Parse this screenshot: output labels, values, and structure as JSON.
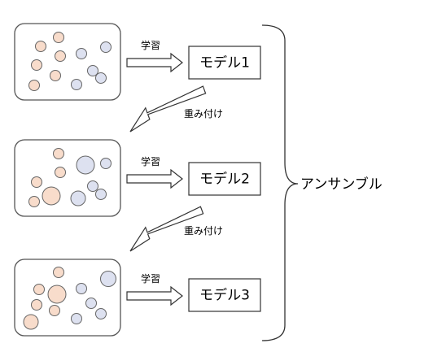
{
  "stages": [
    {
      "learn_label": "学習",
      "model_label": "モデル1"
    },
    {
      "learn_label": "学習",
      "model_label": "モデル2"
    },
    {
      "learn_label": "学習",
      "model_label": "モデル3"
    }
  ],
  "weighting_labels": [
    "重み付け",
    "重み付け"
  ],
  "ensemble_label": "アンサンブル",
  "colors": {
    "orange_fill": "#f8dccb",
    "blue_fill": "#dde1f0",
    "circle_stroke": "#666666",
    "line": "#333333"
  }
}
